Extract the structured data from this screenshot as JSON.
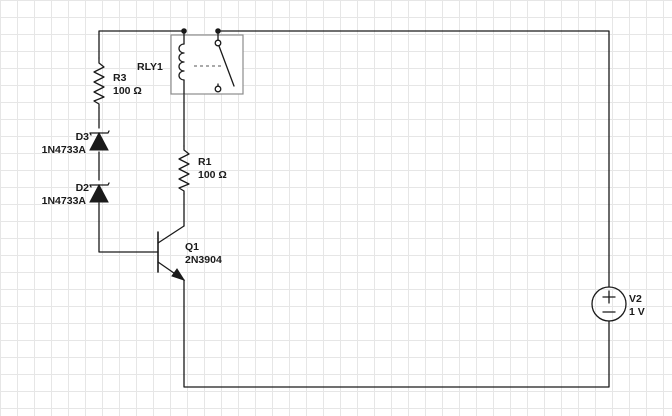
{
  "components": {
    "r3": {
      "ref": "R3",
      "value": "100 Ω"
    },
    "d3": {
      "ref": "D3",
      "value": "1N4733A"
    },
    "d2": {
      "ref": "D2",
      "value": "1N4733A"
    },
    "rly1": {
      "ref": "RLY1"
    },
    "r1": {
      "ref": "R1",
      "value": "100 Ω"
    },
    "q1": {
      "ref": "Q1",
      "value": "2N3904"
    },
    "v2": {
      "ref": "V2",
      "value": "1 V"
    }
  }
}
